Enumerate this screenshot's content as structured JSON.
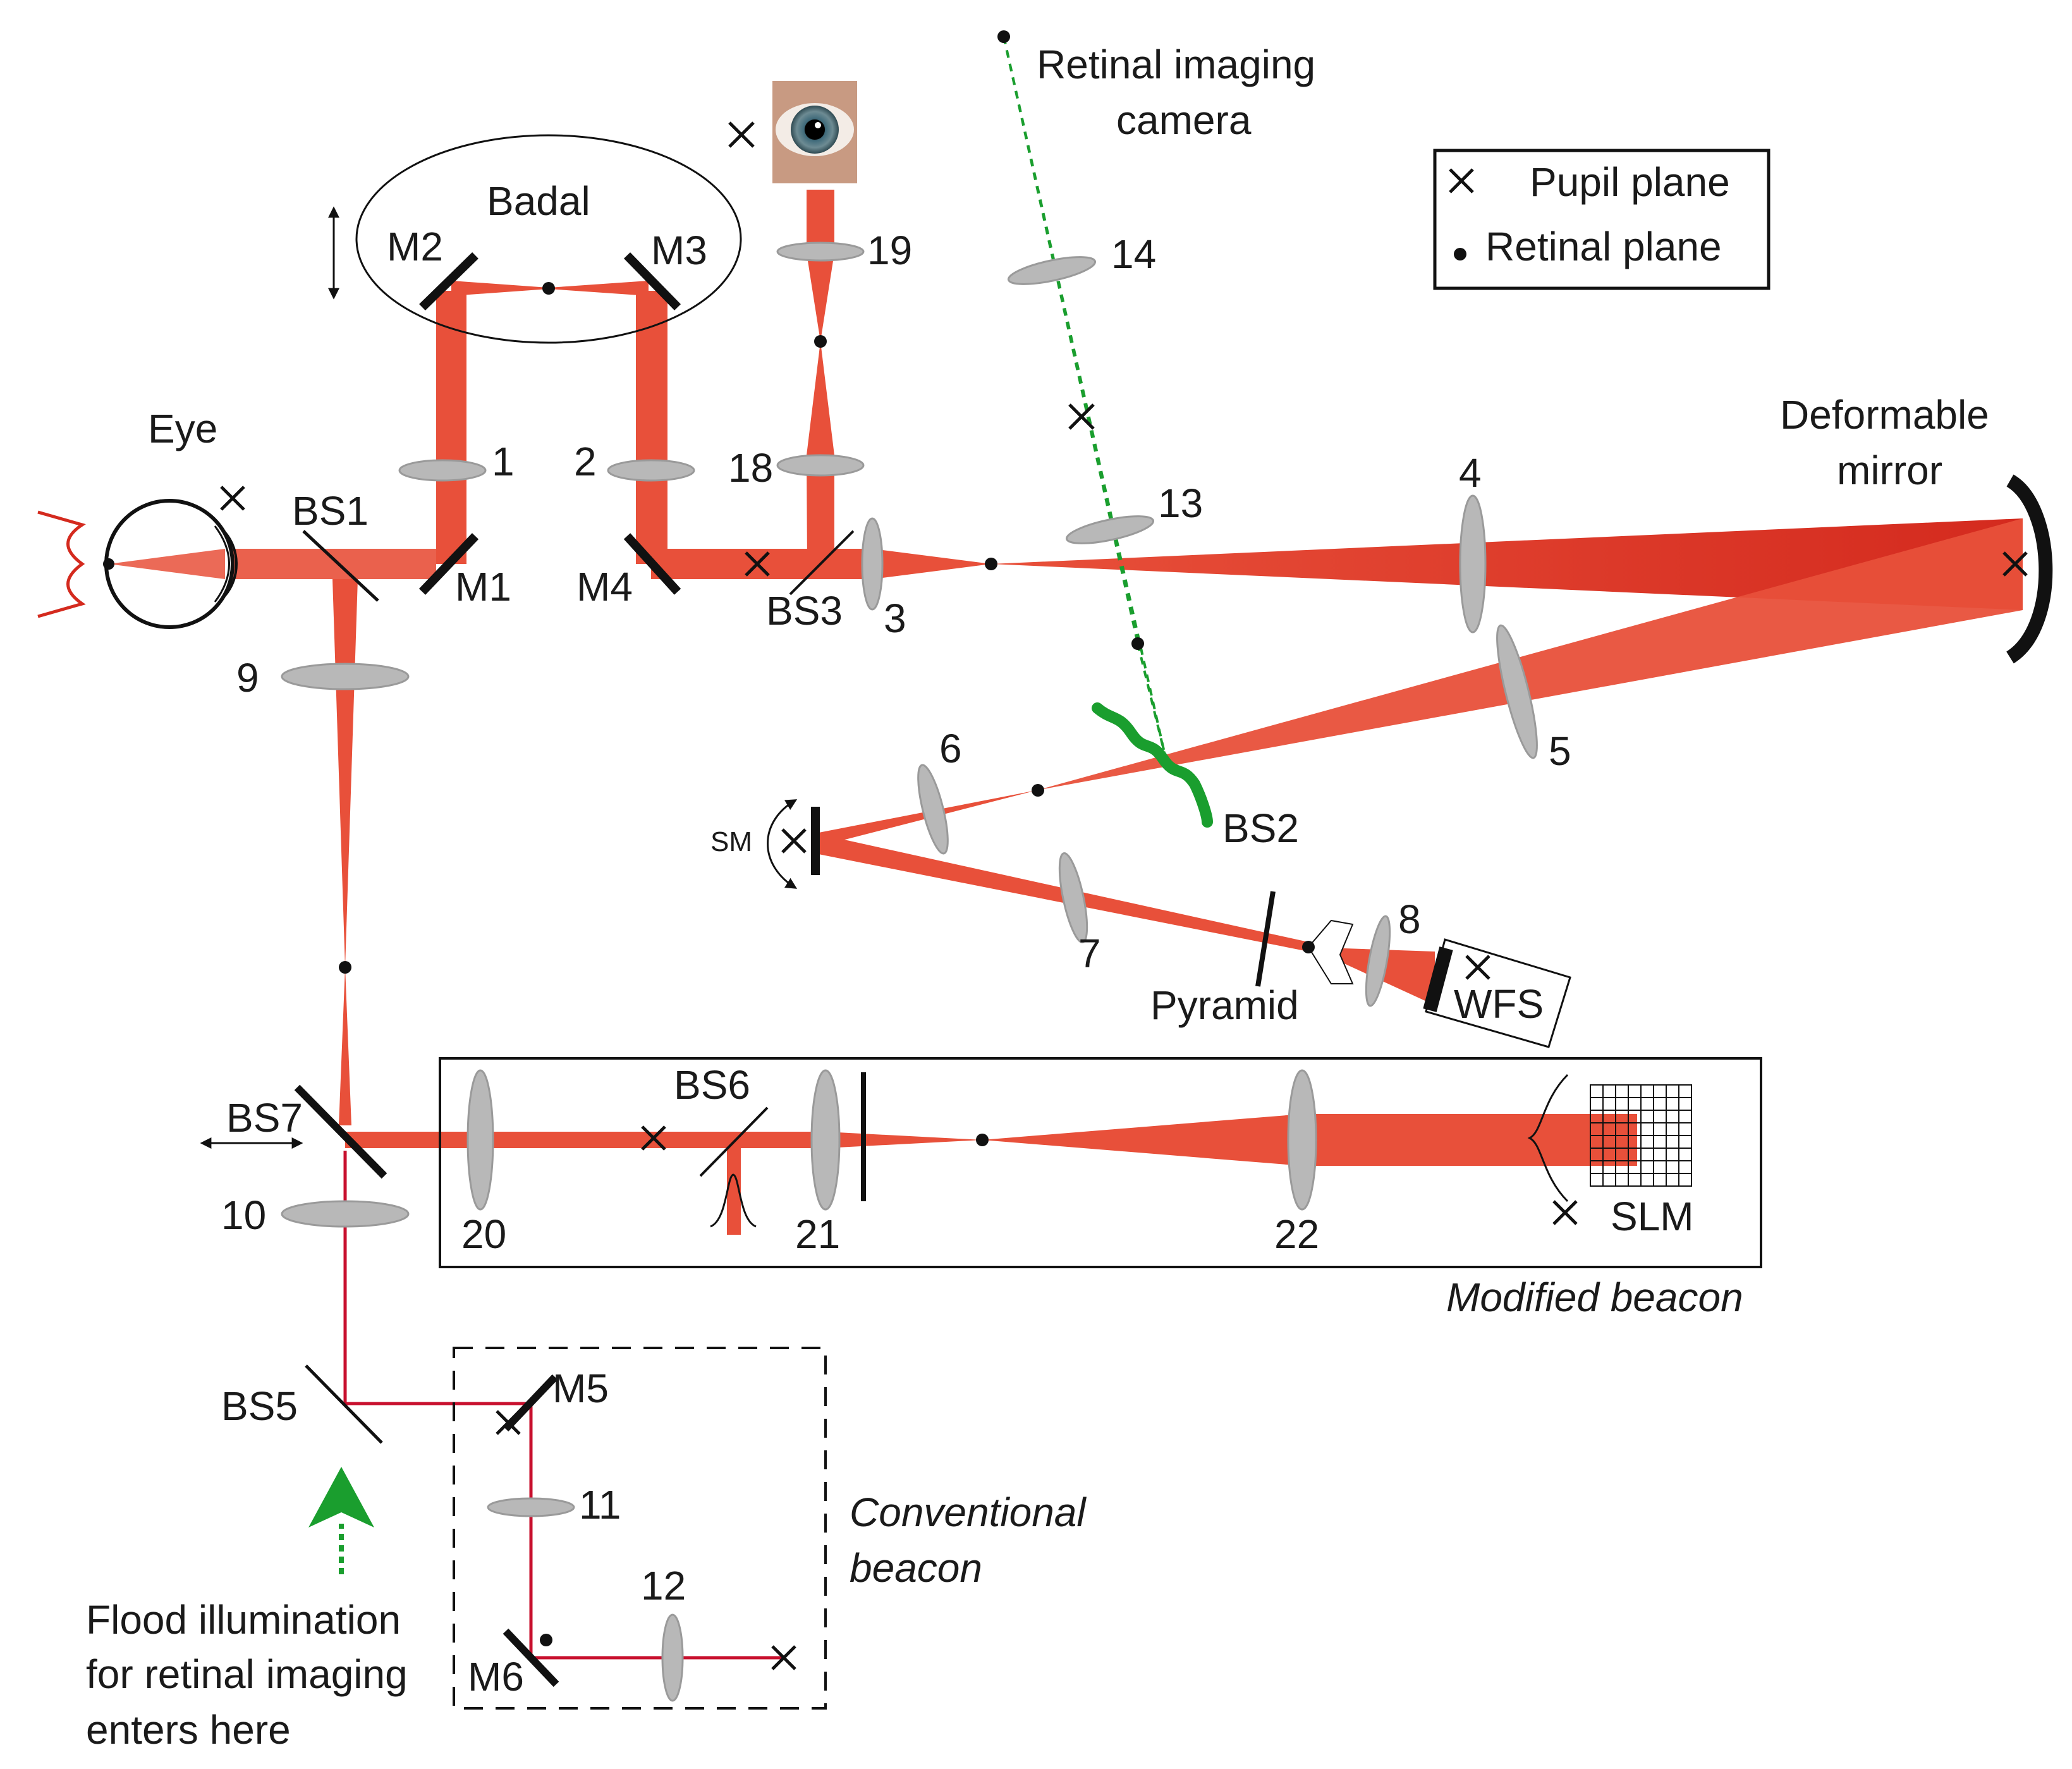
{
  "legend": {
    "pupil_label": "Pupil plane",
    "retinal_label": "Retinal plane"
  },
  "labels": {
    "eye": "Eye",
    "badal": "Badal",
    "retinal_camera_line1": "Retinal imaging",
    "retinal_camera_line2": "camera",
    "deformable_line1": "Deformable",
    "deformable_line2": "mirror",
    "sm": "SM",
    "pyramid": "Pyramid",
    "wfs": "WFS",
    "slm": "SLM",
    "modified_beacon": "Modified beacon",
    "conventional_line1": "Conventional",
    "conventional_line2": "beacon",
    "flood_line1": "Flood illumination",
    "flood_line2": "for retinal imaging",
    "flood_line3": "enters here"
  },
  "components": {
    "M1": "M1",
    "M2": "M2",
    "M3": "M3",
    "M4": "M4",
    "M5": "M5",
    "M6": "M6",
    "BS1": "BS1",
    "BS2": "BS2",
    "BS3": "BS3",
    "BS5": "BS5",
    "BS6": "BS6",
    "BS7": "BS7"
  },
  "lens_numbers": {
    "l1": "1",
    "l2": "2",
    "l3": "3",
    "l4": "4",
    "l5": "5",
    "l6": "6",
    "l7": "7",
    "l8": "8",
    "l9": "9",
    "l10": "10",
    "l11": "11",
    "l12": "12",
    "l13": "13",
    "l14": "14",
    "l18": "18",
    "l19": "19",
    "l20": "20",
    "l21": "21",
    "l22": "22"
  },
  "colors": {
    "beam": "#e8503a",
    "beam_dark": "#d42a1e",
    "thin_beam": "#c8102e",
    "imaging_path": "#1a9e2e",
    "lens": "#b8b8b8",
    "optic": "#111111"
  }
}
